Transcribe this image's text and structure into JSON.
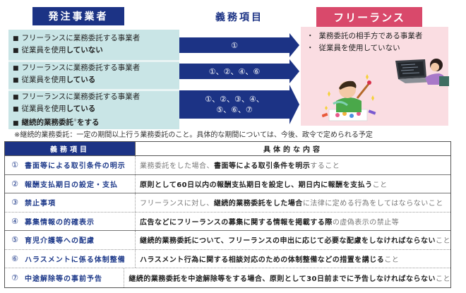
{
  "headers": {
    "client": "発注事業者",
    "duties": "義務項目",
    "freelance": "フリーランス"
  },
  "client_groups": [
    {
      "lines": [
        {
          "bullet": "■",
          "parts": [
            {
              "text": "フリーランスに業務委託する事業者",
              "bold": false
            }
          ]
        },
        {
          "bullet": "■",
          "parts": [
            {
              "text": "従業員を使用",
              "bold": false
            },
            {
              "text": "していない",
              "bold": true
            }
          ]
        }
      ]
    },
    {
      "lines": [
        {
          "bullet": "■",
          "parts": [
            {
              "text": "フリーランスに業務委託する事業者",
              "bold": false
            }
          ]
        },
        {
          "bullet": "■",
          "parts": [
            {
              "text": "従業員を使用",
              "bold": false
            },
            {
              "text": "している",
              "bold": true
            }
          ]
        }
      ]
    },
    {
      "lines": [
        {
          "bullet": "■",
          "parts": [
            {
              "text": "フリーランスに業務委託する事業者",
              "bold": false
            }
          ]
        },
        {
          "bullet": "■",
          "parts": [
            {
              "text": "従業員を使用",
              "bold": false
            },
            {
              "text": "している",
              "bold": true
            }
          ]
        },
        {
          "bullet": "■",
          "parts": [
            {
              "text": "継続的業務委託",
              "bold": true
            },
            {
              "text": "※",
              "sup": true
            },
            {
              "text": "をする",
              "bold": true
            }
          ]
        }
      ]
    }
  ],
  "arrows": [
    {
      "line1": "①",
      "line2": ""
    },
    {
      "line1": "①、②、④、⑥",
      "line2": ""
    },
    {
      "line1": "①、②、③、④、",
      "line2": "⑤、⑥、⑦"
    }
  ],
  "freelance": {
    "bullets": [
      "業務委託の相手方である事業者",
      "従業員を使用していない"
    ],
    "illustrations": [
      "painter-boy-illustration",
      "woman-at-laptop-illustration"
    ]
  },
  "footnote": "※継続的業務委託：一定の期間以上行う業務委託のこと。具体的な期間については、今後、政令で定められる予定",
  "table": {
    "col1_header": "義務項目",
    "col2_header": "具体的な内容",
    "rows": [
      {
        "num": "①",
        "item": "書面等による取引条件の明示",
        "content": [
          {
            "t": "業務委託をした場合、",
            "s": false
          },
          {
            "t": "書面等による取引条件を明示",
            "s": true
          },
          {
            "t": "すること",
            "s": false
          }
        ]
      },
      {
        "num": "②",
        "item": "報酬支払期日の設定・支払",
        "content": [
          {
            "t": "原則として60日以内の報酬支払期日を設定し、期日内に報酬を支払う",
            "s": true
          },
          {
            "t": "こと",
            "s": false
          }
        ]
      },
      {
        "num": "③",
        "item": "禁止事項",
        "content": [
          {
            "t": "フリーランスに対し、",
            "s": false
          },
          {
            "t": "継続的業務委託をした場合",
            "s": true
          },
          {
            "t": "に法律に定める行為をしてはならないこと",
            "s": false
          }
        ]
      },
      {
        "num": "④",
        "item": "募集情報の的確表示",
        "content": [
          {
            "t": "広告などにフリーランスの募集に関する情報を掲載する際",
            "s": true
          },
          {
            "t": "の虚偽表示の禁止等",
            "s": false
          }
        ]
      },
      {
        "num": "⑤",
        "item": "育児介護等への配慮",
        "content": [
          {
            "t": "継続的業務委託について、フリーランスの申出に応じて必要な配慮をしなければならない",
            "s": true
          },
          {
            "t": "こと",
            "s": false
          }
        ]
      },
      {
        "num": "⑥",
        "item": "ハラスメントに係る体制整備",
        "content": [
          {
            "t": "ハラスメント行為に関する相談対応のための体制整備などの措置を講じる",
            "s": true
          },
          {
            "t": "こと",
            "s": false
          }
        ]
      },
      {
        "num": "⑦",
        "item": "中途解除等の事前予告",
        "content": [
          {
            "t": "継続的業務委託を中途解除等をする場合、原則として30日前までに予告しなければならない",
            "s": true
          },
          {
            "t": "こと",
            "s": false
          }
        ]
      }
    ]
  },
  "colors": {
    "navy": "#1c3385",
    "pink_header": "#d9496b",
    "pink_panel": "#fadde2",
    "teal_panel": "#c9e5e6"
  }
}
